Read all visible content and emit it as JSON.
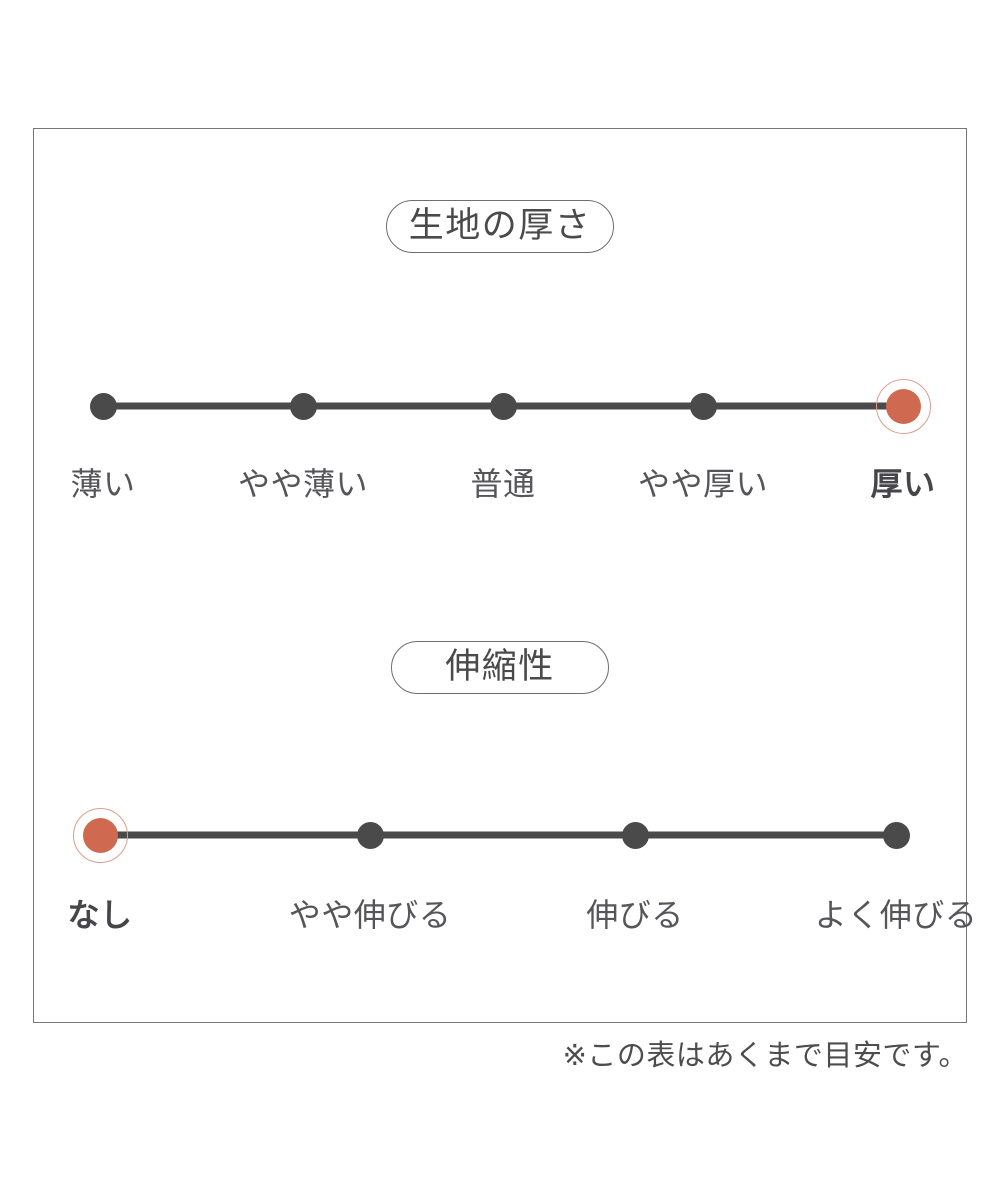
{
  "frame": {
    "border_color": "#777777"
  },
  "theme": {
    "selected_color": "#cf6a51",
    "selected_ring_color": "#d9a08e",
    "dot_color": "#4a4a4a",
    "track_color": "#4a4a4a",
    "text_color": "#55555a"
  },
  "sections": [
    {
      "id": "fabric-thickness",
      "title": "生地の厚さ",
      "selected_index": 4,
      "options": [
        {
          "label": "薄い",
          "selected": false
        },
        {
          "label": "やや薄い",
          "selected": false
        },
        {
          "label": "普通",
          "selected": false
        },
        {
          "label": "やや厚い",
          "selected": false
        },
        {
          "label": "厚い",
          "selected": true
        }
      ]
    },
    {
      "id": "stretchiness",
      "title": "伸縮性",
      "selected_index": 0,
      "options": [
        {
          "label": "なし",
          "selected": true
        },
        {
          "label": "やや伸びる",
          "selected": false
        },
        {
          "label": "伸びる",
          "selected": false
        },
        {
          "label": "よく伸びる",
          "selected": false
        }
      ]
    }
  ],
  "footnote": "※この表はあくまで目安です。"
}
